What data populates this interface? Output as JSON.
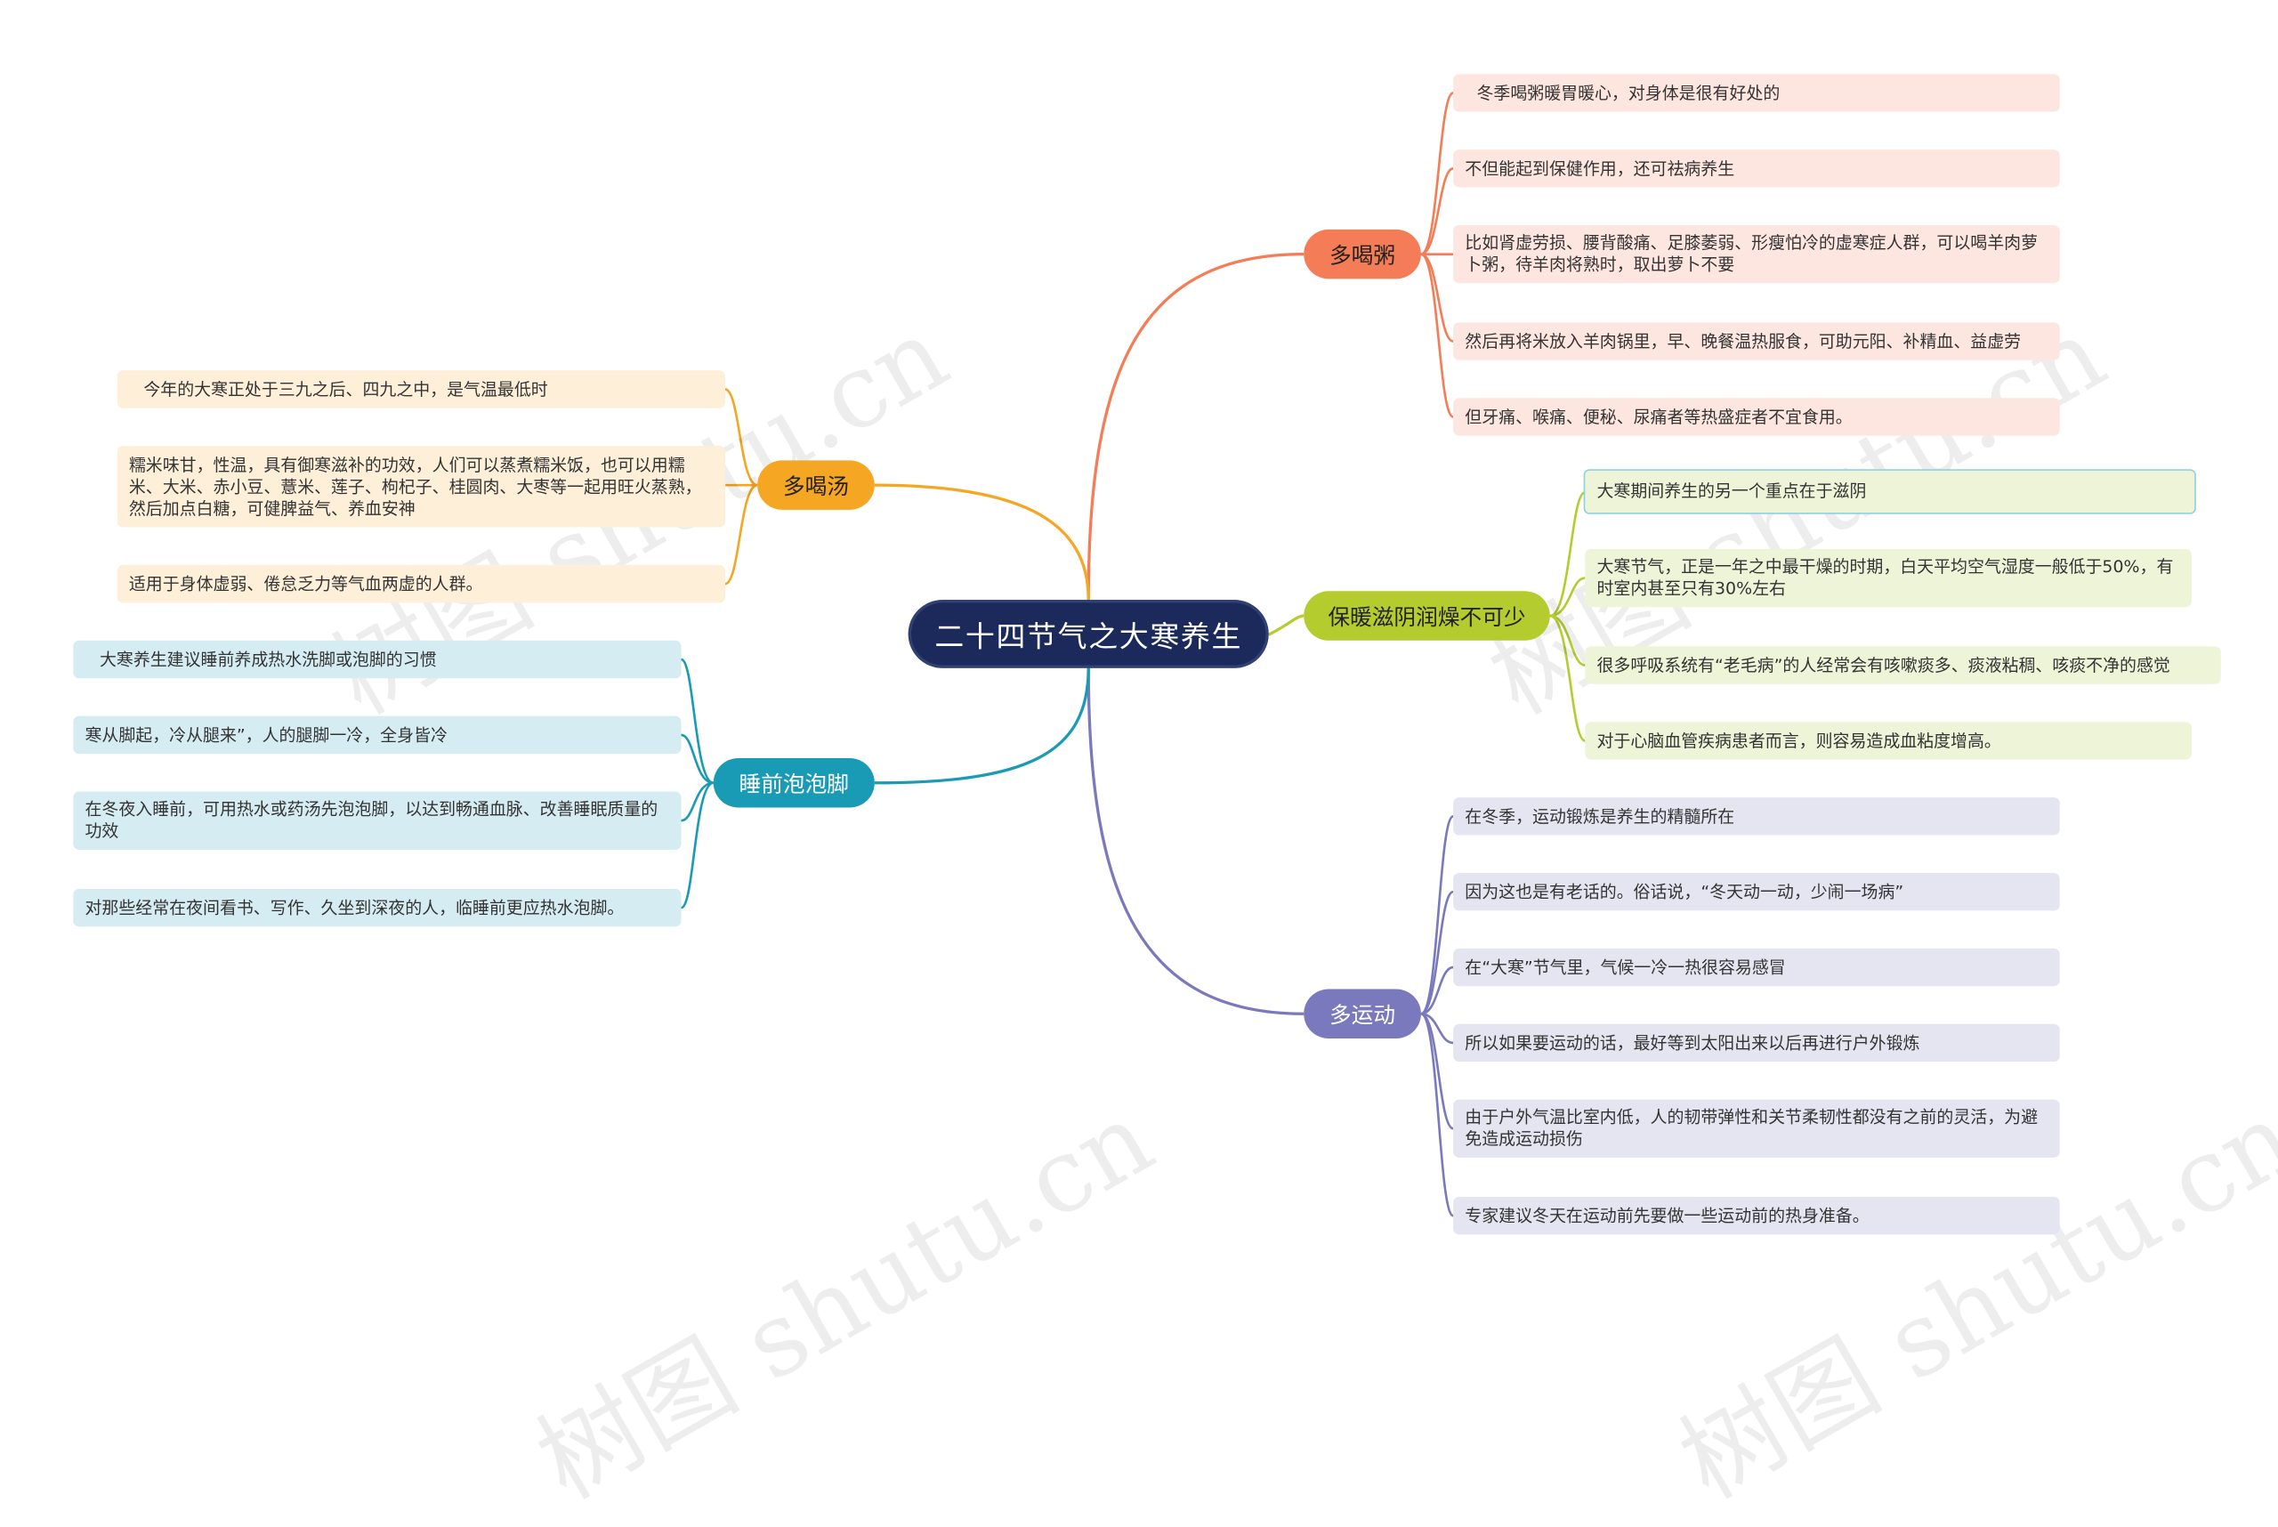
{
  "root": {
    "title": "二十四节气之大寒养生"
  },
  "branches": {
    "porridge": {
      "label": "多喝粥",
      "color": "#f47c56"
    },
    "moist": {
      "label": "保暖滋阴润燥不可少",
      "color": "#b5cc2f"
    },
    "exercise": {
      "label": "多运动",
      "color": "#7b79bd"
    },
    "soup": {
      "label": "多喝汤",
      "color": "#f5a623"
    },
    "foot": {
      "label": "睡前泡泡脚",
      "color": "#1a9bb5"
    }
  },
  "leaves": {
    "porridge": [
      "冬季喝粥暖胃暖心，对身体是很有好处的",
      "不但能起到保健作用，还可祛病养生",
      "比如肾虚劳损、腰背酸痛、足膝萎弱、形瘦怕冷的虚寒症人群，可以喝羊肉萝卜粥，待羊肉将熟时，取出萝卜不要",
      "然后再将米放入羊肉锅里，早、晚餐温热服食，可助元阳、补精血、益虚劳",
      "但牙痛、喉痛、便秘、尿痛者等热盛症者不宜食用。"
    ],
    "moist": [
      "大寒期间养生的另一个重点在于滋阴",
      "大寒节气，正是一年之中最干燥的时期，白天平均空气湿度一般低于50%，有时室内甚至只有30%左右",
      "很多呼吸系统有“老毛病”的人经常会有咳嗽痰多、痰液粘稠、咳痰不净的感觉",
      "对于心脑血管疾病患者而言，则容易造成血粘度增高。"
    ],
    "exercise": [
      "在冬季，运动锻炼是养生的精髓所在",
      "因为这也是有老话的。俗话说，“冬天动一动，少闹一场病”",
      "在“大寒”节气里，气候一冷一热很容易感冒",
      "所以如果要运动的话，最好等到太阳出来以后再进行户外锻炼",
      "由于户外气温比室内低，人的韧带弹性和关节柔韧性都没有之前的灵活，为避免造成运动损伤",
      "专家建议冬天在运动前先要做一些运动前的热身准备。"
    ],
    "soup": [
      "今年的大寒正处于三九之后、四九之中，是气温最低时",
      "糯米味甘，性温，具有御寒滋补的功效，人们可以蒸煮糯米饭，也可以用糯米、大米、赤小豆、薏米、莲子、枸杞子、桂圆肉、大枣等一起用旺火蒸熟，然后加点白糖，可健脾益气、养血安神",
      "适用于身体虚弱、倦怠乏力等气血两虚的人群。"
    ],
    "foot": [
      "大寒养生建议睡前养成热水洗脚或泡脚的习惯",
      "寒从脚起，冷从腿来”，人的腿脚一冷，全身皆冷",
      "在冬夜入睡前，可用热水或药汤先泡泡脚，以达到畅通血脉、改善睡眠质量的功效",
      "对那些经常在夜间看书、写作、久坐到深夜的人，临睡前更应热水泡脚。"
    ]
  },
  "watermark": "树图 shutu.cn"
}
